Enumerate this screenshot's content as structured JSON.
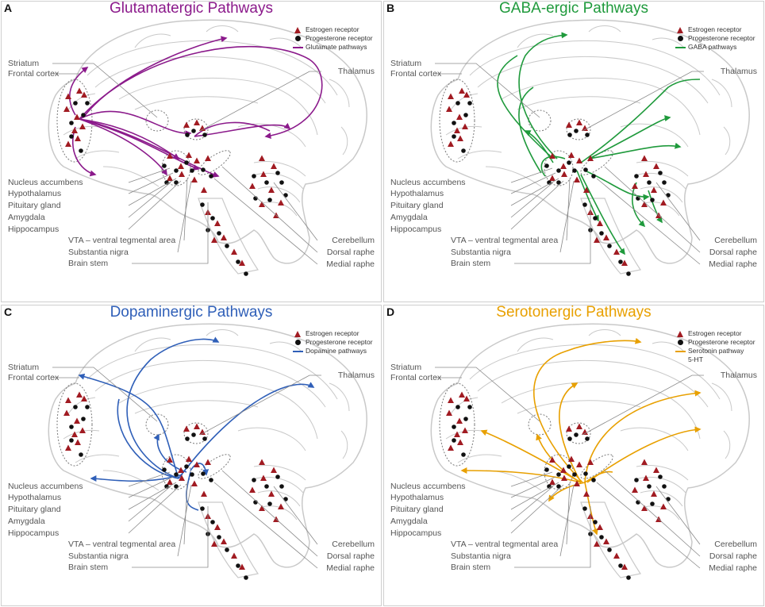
{
  "legend": {
    "estrogen": "Estrogen receptor",
    "progesterone": "Progesterone receptor",
    "estrogen_color": "#a11b22",
    "progesterone_color": "#111111"
  },
  "labels_left_top": [
    "Striatum",
    "Frontal cortex"
  ],
  "labels_left_bottom": [
    "Nucleus accumbens",
    "Hypothalamus",
    "Pituitary gland",
    "Amygdala",
    "Hippocampus"
  ],
  "labels_center_bottom": [
    "VTA – ventral tegmental area",
    "Substantia nigra",
    "Brain stem"
  ],
  "label_thalamus": "Thalamus",
  "labels_right_bottom": [
    "Cerebellum",
    "Dorsal raphe",
    "Medial raphe"
  ],
  "panels": [
    {
      "letter": "A",
      "title": "Glutamatergic Pathways",
      "color": "#8b1a8b",
      "pathway_label": "Glutamate pathways",
      "pathway_label2": ""
    },
    {
      "letter": "B",
      "title": "GABA-ergic Pathways",
      "color": "#1f9a3c",
      "pathway_label": "GABA pathways",
      "pathway_label2": ""
    },
    {
      "letter": "C",
      "title": "Dopaminergic Pathways",
      "color": "#2f5fb8",
      "pathway_label": "Dopamine pathways",
      "pathway_label2": ""
    },
    {
      "letter": "D",
      "title": "Serotonergic Pathways",
      "color": "#e8a000",
      "pathway_label": "Serotonin pathway",
      "pathway_label2": "5-HT"
    }
  ]
}
